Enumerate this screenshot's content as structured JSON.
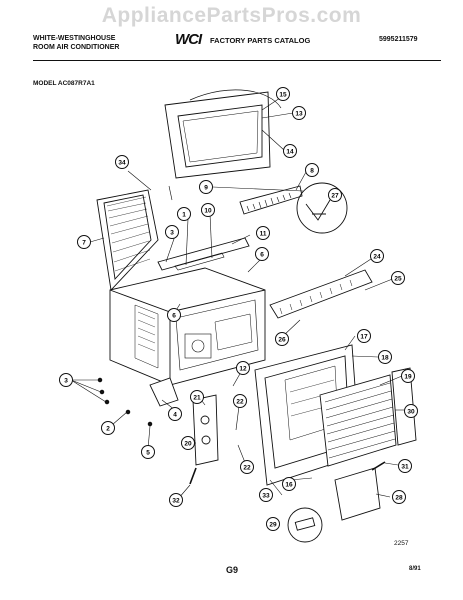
{
  "watermark": "AppliancePartsPros.com",
  "header": {
    "brand_line1": "WHITE-WESTINGHOUSE",
    "brand_line2": "ROOM AIR CONDITIONER",
    "logo": "WCI",
    "catalog": "FACTORY PARTS CATALOG",
    "catalog_number": "5995211579"
  },
  "model": "MODEL AC087R7A1",
  "diagram_code": "2257",
  "page_code": "G9",
  "date_code": "8/91",
  "callouts": [
    "1",
    "2",
    "3",
    "3",
    "4",
    "5",
    "6",
    "6",
    "7",
    "8",
    "9",
    "10",
    "11",
    "12",
    "13",
    "14",
    "15",
    "16",
    "17",
    "18",
    "19",
    "20",
    "21",
    "22",
    "22",
    "24",
    "25",
    "26",
    "27",
    "28",
    "29",
    "30",
    "31",
    "32",
    "33",
    "34"
  ]
}
